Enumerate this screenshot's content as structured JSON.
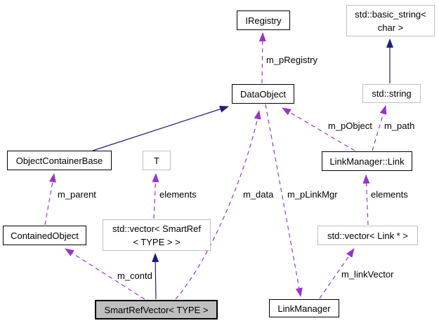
{
  "diagram": {
    "type": "collaboration-graph",
    "colors": {
      "background": "#ffffff",
      "inheritance_edge": "#1b1b85",
      "usage_edge": "#9a32cd",
      "node_border": "#000000",
      "external_node_border": "#c0c0c0",
      "focus_node_fill": "#bfbfbf",
      "text": "#000000"
    },
    "nodes": [
      {
        "id": "IRegistry",
        "label": "IRegistry",
        "kind": "class"
      },
      {
        "id": "std::basic_string< char >",
        "lines": [
          "std::basic_string<",
          "char >"
        ],
        "kind": "external"
      },
      {
        "id": "DataObject",
        "label": "DataObject",
        "kind": "class"
      },
      {
        "id": "std::string",
        "label": "std::string",
        "kind": "external"
      },
      {
        "id": "ObjectContainerBase",
        "label": "ObjectContainerBase",
        "kind": "class"
      },
      {
        "id": "T",
        "label": "T",
        "kind": "template-parameter"
      },
      {
        "id": "LinkManager::Link",
        "label": "LinkManager::Link",
        "kind": "class"
      },
      {
        "id": "ContainedObject",
        "label": "ContainedObject",
        "kind": "class"
      },
      {
        "id": "std::vector< SmartRef< TYPE > >",
        "lines": [
          "std::vector< SmartRef",
          "< TYPE > >"
        ],
        "kind": "external"
      },
      {
        "id": "std::vector< Link * >",
        "label": "std::vector< Link * >",
        "kind": "external"
      },
      {
        "id": "SmartRefVector< TYPE >",
        "label": "SmartRefVector< TYPE >",
        "kind": "focus"
      },
      {
        "id": "LinkManager",
        "label": "LinkManager",
        "kind": "class"
      }
    ],
    "edges": [
      {
        "from": "DataObject",
        "to": "IRegistry",
        "label": "m_pRegistry",
        "style": "usage"
      },
      {
        "from": "std::string",
        "to": "std::basic_string< char >",
        "label": "",
        "style": "inheritance"
      },
      {
        "from": "ObjectContainerBase",
        "to": "DataObject",
        "label": "",
        "style": "inheritance"
      },
      {
        "from": "LinkManager::Link",
        "to": "DataObject",
        "label": "m_pObject",
        "style": "usage"
      },
      {
        "from": "LinkManager::Link",
        "to": "std::string",
        "label": "m_path",
        "style": "usage"
      },
      {
        "from": "ContainedObject",
        "to": "ObjectContainerBase",
        "label": "m_parent",
        "style": "usage"
      },
      {
        "from": "std::vector< SmartRef< TYPE > >",
        "to": "T",
        "label": "elements",
        "style": "usage"
      },
      {
        "from": "SmartRefVector< TYPE >",
        "to": "ContainedObject",
        "label": "m_contd",
        "style": "usage"
      },
      {
        "from": "SmartRefVector< TYPE >",
        "to": "std::vector< SmartRef< TYPE > >",
        "label": "",
        "style": "inheritance"
      },
      {
        "from": "SmartRefVector< TYPE >",
        "to": "DataObject",
        "label": "m_data",
        "style": "usage"
      },
      {
        "from": "DataObject",
        "to": "LinkManager",
        "label": "m_pLinkMgr",
        "style": "usage"
      },
      {
        "from": "std::vector< Link * >",
        "to": "LinkManager::Link",
        "label": "elements",
        "style": "usage"
      },
      {
        "from": "LinkManager",
        "to": "std::vector< Link * >",
        "label": "m_linkVector",
        "style": "usage"
      }
    ]
  }
}
